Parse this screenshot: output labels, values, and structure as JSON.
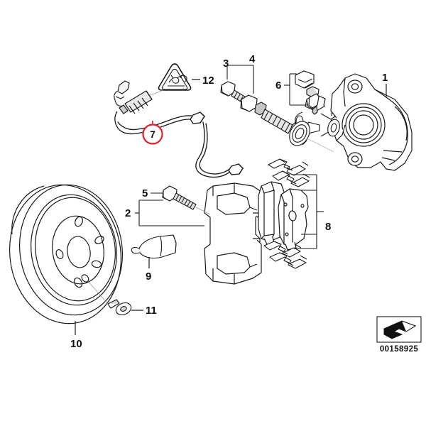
{
  "diagram": {
    "title": "Rear brake assembly exploded parts diagram",
    "id_code": "00158925",
    "background_color": "#ffffff",
    "line_color": "#1a1a1a",
    "highlight_color": "#e5202b",
    "shade_color": "#d8d8d8"
  },
  "callouts": [
    {
      "id": "1",
      "label": "1",
      "part": "brake-caliper-housing",
      "highlighted": false
    },
    {
      "id": "2",
      "label": "2",
      "part": "caliper-carrier-bracket",
      "highlighted": false
    },
    {
      "id": "3",
      "label": "3",
      "part": "hex-bolt",
      "highlighted": false
    },
    {
      "id": "4",
      "label": "4",
      "part": "guide-pin-bolt",
      "highlighted": false
    },
    {
      "id": "5",
      "label": "5",
      "part": "carrier-mounting-bolt",
      "highlighted": false
    },
    {
      "id": "6",
      "label": "6",
      "part": "bleeder-screw-and-cap",
      "highlighted": false
    },
    {
      "id": "7",
      "label": "7",
      "part": "brake-pad-wear-sensor",
      "highlighted": true
    },
    {
      "id": "8",
      "label": "8",
      "part": "brake-pad-set-with-clips",
      "highlighted": false
    },
    {
      "id": "9",
      "label": "9",
      "part": "lubricating-grease-tube",
      "highlighted": false
    },
    {
      "id": "10",
      "label": "10",
      "part": "brake-disc-rotor",
      "highlighted": false
    },
    {
      "id": "11",
      "label": "11",
      "part": "countersunk-retaining-screw",
      "highlighted": false
    },
    {
      "id": "12",
      "label": "12",
      "part": "warning-triangle-symbol",
      "highlighted": false
    }
  ],
  "legend_box": {
    "code": "00158925",
    "icon": "arrow-direction-icon"
  }
}
